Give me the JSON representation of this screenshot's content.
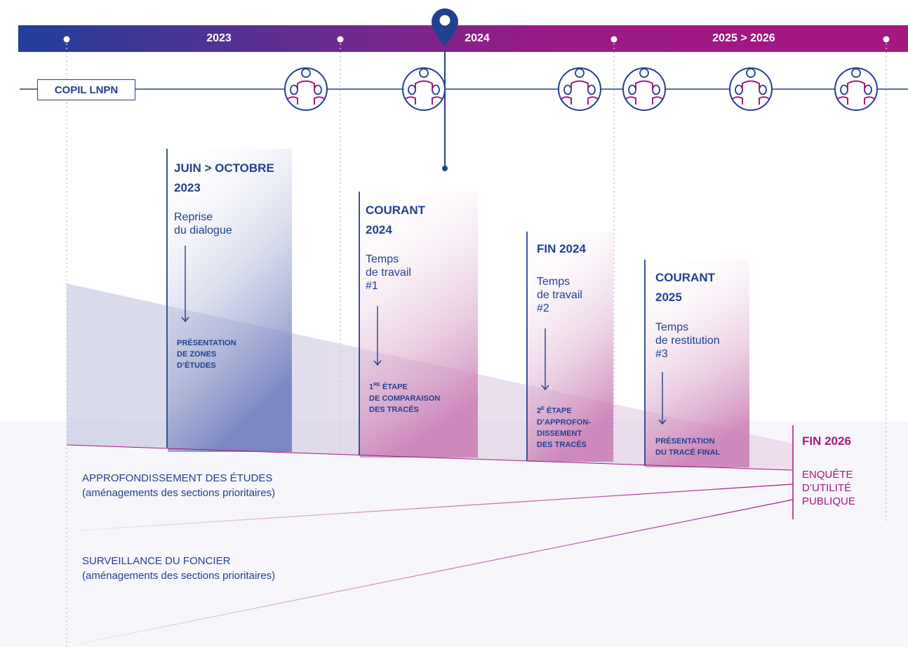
{
  "timeline": {
    "years": [
      "2023",
      "2024",
      "2025 > 2026"
    ],
    "copil_label": "COPIL LNPN",
    "colors": {
      "navy": "#23408e",
      "magenta": "#a4187f",
      "blue_start": "#213f99"
    }
  },
  "phases": [
    {
      "date_line1": "JUIN > OCTOBRE",
      "date_line2": "2023",
      "desc": [
        "Reprise",
        "du dialogue"
      ],
      "result": [
        "PRÉSENTATION",
        "DE ZONES",
        "D’ÉTUDES"
      ]
    },
    {
      "date_line1": "COURANT",
      "date_line2": "2024",
      "desc": [
        "Temps",
        "de travail",
        "#1"
      ],
      "result_sup": [
        "1",
        "RE",
        " ÉTAPE"
      ],
      "result": [
        "DE COMPARAISON",
        "DES TRACÉS"
      ]
    },
    {
      "date_line1": "FIN 2024",
      "date_line2": "",
      "desc": [
        "Temps",
        "de travail",
        "#2"
      ],
      "result_sup": [
        "2",
        "E",
        " ÉTAPE"
      ],
      "result": [
        "D’APPROFON-",
        "DISSEMENT",
        "DES TRACÉS"
      ]
    },
    {
      "date_line1": "COURANT",
      "date_line2": "2025",
      "desc": [
        "Temps",
        "de restitution",
        "#3"
      ],
      "result": [
        "PRÉSENTATION",
        "DU TRACÉ FINAL"
      ]
    }
  ],
  "final": {
    "date": "FIN 2026",
    "desc": [
      "ENQUÊTE",
      "D’UTILITÉ",
      "PUBLIQUE"
    ]
  },
  "tracks": [
    {
      "title": "APPROFONDISSEMENT DES ÉTUDES",
      "subtitle": "(aménagements des sections prioritaires)"
    },
    {
      "title": "SURVEILLANCE DU FONCIER",
      "subtitle": "(aménagements des sections prioritaires)"
    }
  ],
  "icons": [
    "meeting-group-icon",
    "location-pin-icon"
  ]
}
